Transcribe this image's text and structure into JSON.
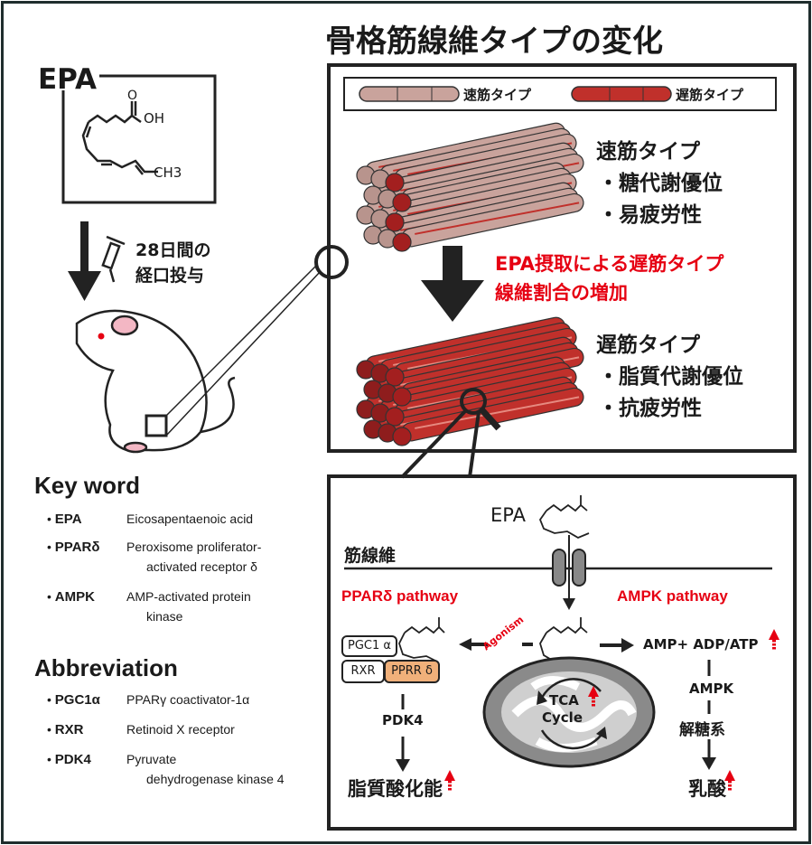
{
  "title": "骨格筋線維タイプの変化",
  "epa_panel": {
    "label": "EPA",
    "oh": "OH",
    "o": "O",
    "ch3": "CH3",
    "dosing_line1": "28日間の",
    "dosing_line2": "経口投与"
  },
  "legend": {
    "fast": "速筋タイプ",
    "slow": "遅筋タイプ"
  },
  "fast_type": {
    "heading": "速筋タイプ",
    "items": [
      "・糖代謝優位",
      "・易疲労性"
    ]
  },
  "slow_type": {
    "heading": "遅筋タイプ",
    "items": [
      "・脂質代謝優位",
      "・抗疲労性"
    ]
  },
  "effect": {
    "line1": "EPA摂取による遅筋タイプ",
    "line2": "線維割合の増加"
  },
  "keyword": {
    "heading": "Key word",
    "items": [
      {
        "term": "EPA",
        "def": "Eicosapentaenoic acid",
        "def2": ""
      },
      {
        "term": "PPARδ",
        "def": "Peroxisome proliferator-",
        "def2": "activated receptor δ"
      },
      {
        "term": "AMPK",
        "def": "AMP-activated protein",
        "def2": "kinase"
      }
    ]
  },
  "abbreviation": {
    "heading": "Abbreviation",
    "items": [
      {
        "term": "PGC1α",
        "def": "PPARγ coactivator-1α",
        "def2": ""
      },
      {
        "term": "RXR",
        "def": "Retinoid X receptor",
        "def2": ""
      },
      {
        "term": "PDK4",
        "def": "Pyruvate",
        "def2": "dehydrogenase kinase 4"
      }
    ]
  },
  "pathway": {
    "epa": "EPA",
    "muscle_fiber": "筋線維",
    "ppar_title": "PPARδ pathway",
    "ampk_title": "AMPK pathway",
    "agonism": "Agonism",
    "pgc1a": "PGC1 α",
    "rxr": "RXR",
    "pprr": "PPRR δ",
    "pdk4": "PDK4",
    "lipid_oxidation": "脂質酸化能",
    "amp_ratio": "AMP+ ADP/ATP",
    "ampk": "AMPK",
    "glycolysis": "解糖系",
    "lactate": "乳酸",
    "tca1": "TCA",
    "tca2": "Cycle"
  },
  "colors": {
    "accent_red": "#e60012",
    "fast_fiber": "#c9a39c",
    "slow_fiber": "#c0302b",
    "pprr_box": "#f0b07a",
    "mitochondria": "#8a8a8a"
  }
}
